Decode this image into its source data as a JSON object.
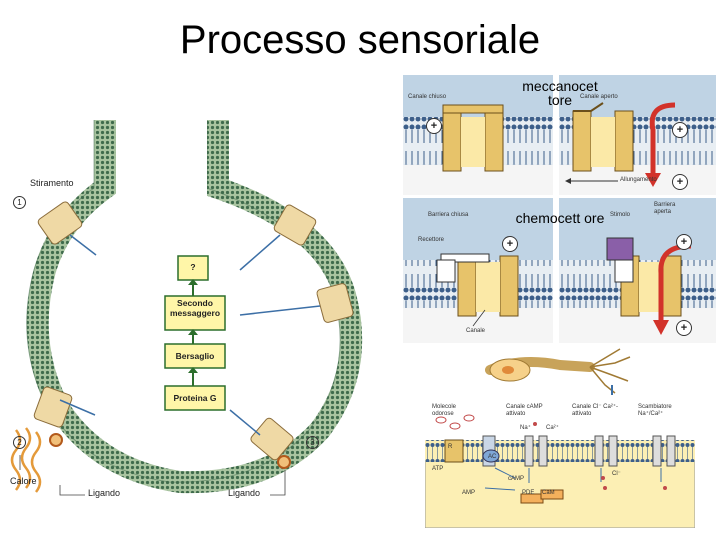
{
  "title": "Processo sensoriale",
  "left_panel": {
    "stiramento": "Stiramento",
    "calore": "Calore",
    "ligando_1": "Ligando",
    "ligando_2": "Ligando",
    "num_1": "1",
    "num_2": "2",
    "num_3": "3",
    "boxes": [
      "?",
      "Secondo messaggero",
      "Bersaglio",
      "Proteina G"
    ]
  },
  "mechano_panel": {
    "overlay": "meccanocet tore",
    "canale_chiuso": "Canale chiuso",
    "canale_aperto": "Canale aperto",
    "allungamento": "Allungamento"
  },
  "chemo_panel": {
    "overlay": "chemocett ore",
    "barriera_chiusa": "Barriera chiusa",
    "stimolo": "Stimolo",
    "barriera_aperta": "Barriera aperta",
    "recettore": "Recettore",
    "canale": "Canale"
  },
  "olfactory_panel": {
    "labels": [
      "Molecole odorose",
      "Canale cAMP attivato",
      "Canale Cl⁻ Ca²⁺-attivato",
      "Scambiatore Na⁺/Ca²⁺"
    ],
    "small": [
      "Na⁺",
      "Ca²⁺",
      "Cl⁻",
      "ATP",
      "cAMP",
      "AMP",
      "PDE",
      "CaM",
      "AC",
      "R"
    ]
  },
  "colors": {
    "membrane": "#5e8c6a",
    "membrane_light": "#a9c4a0",
    "cytoplasm": "#fcefb4",
    "extracellular": "#b8cde0",
    "channel": "#e7c36a",
    "arrow_red": "#d2322a"
  }
}
